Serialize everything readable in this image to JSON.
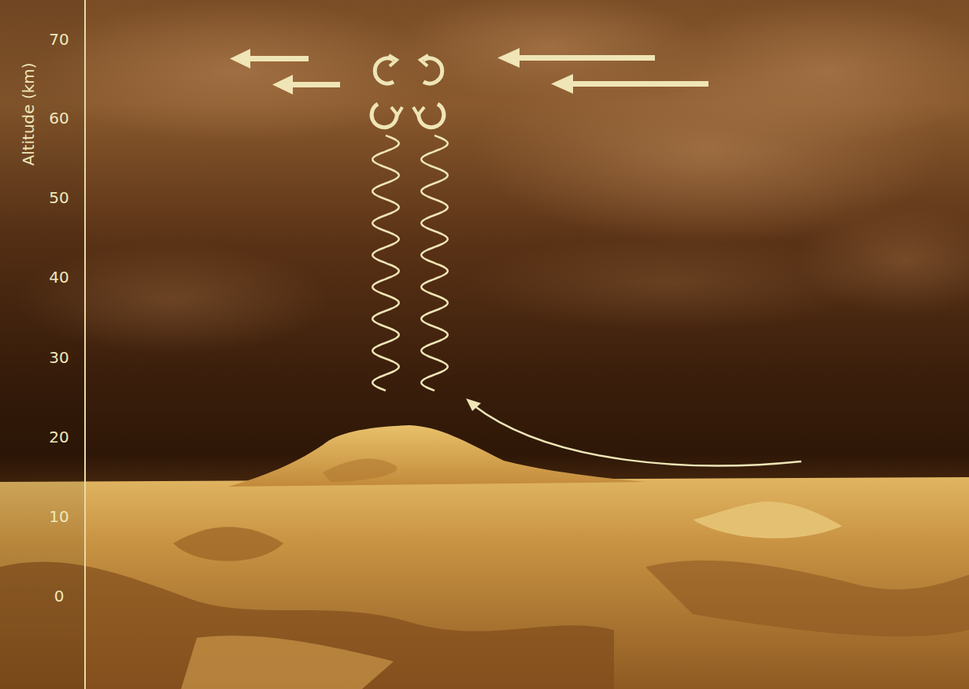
{
  "diagram": {
    "labels": [
      "Altitude (km)",
      "70",
      "60",
      "50",
      "40",
      "30",
      "20",
      "10",
      "0"
    ]
  }
}
